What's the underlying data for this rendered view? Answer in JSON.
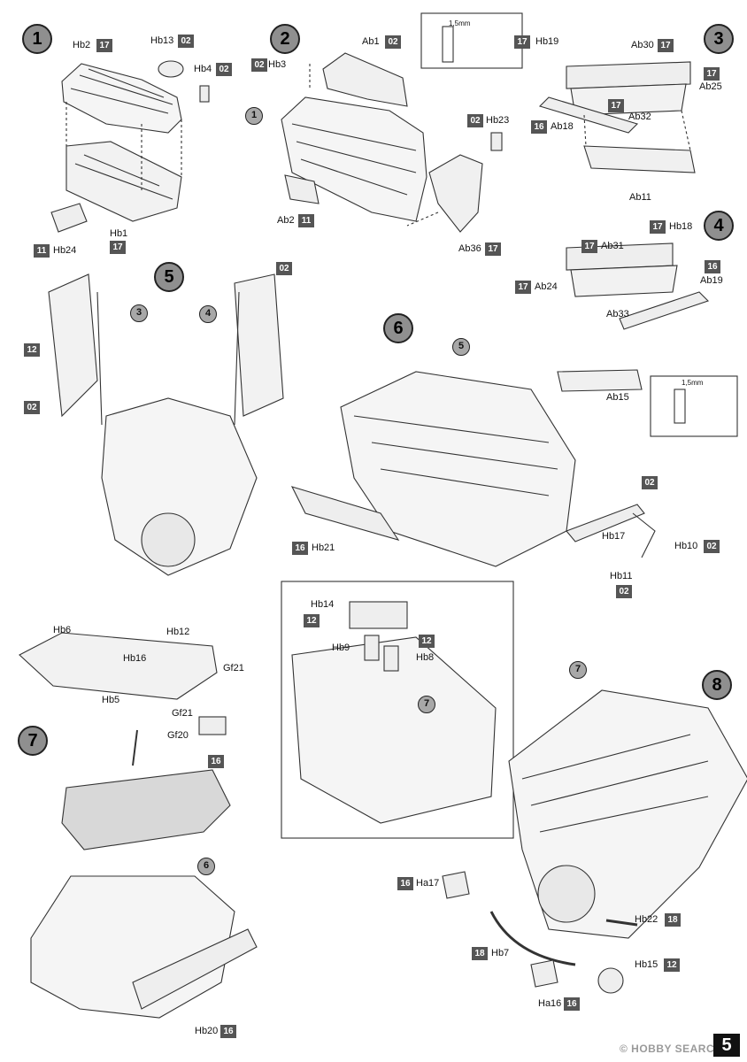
{
  "page_number": "5",
  "watermark": "© HOBBY SEARCH",
  "steps": [
    "1",
    "2",
    "3",
    "4",
    "5",
    "6",
    "7",
    "8"
  ],
  "sub_refs": [
    "1",
    "3",
    "4",
    "5",
    "6",
    "7",
    "7"
  ],
  "measure_label": "1,5mm",
  "part_labels": [
    "Hb2",
    "Hb13",
    "Hb4",
    "Hb1",
    "Hb24",
    "Hb3",
    "Ab1",
    "Hb23",
    "Ab2",
    "Ab36",
    "Hb19",
    "Ab30",
    "Ab25",
    "Ab32",
    "Ab18",
    "Ab11",
    "Hb18",
    "Ab31",
    "Ab24",
    "Ab19",
    "Ab33",
    "Ab15",
    "Hb17",
    "Hb10",
    "Hb11",
    "Hb21",
    "Hb14",
    "Hb9",
    "Hb8",
    "Hb6",
    "Hb12",
    "Hb16",
    "Hb5",
    "Gf21",
    "Gf21",
    "Gf20",
    "Ha17",
    "Hb22",
    "Hb7",
    "Hb15",
    "Ha16",
    "Hb20"
  ],
  "sprue_numbers": [
    "17",
    "02",
    "02",
    "17",
    "11",
    "02",
    "02",
    "11",
    "02",
    "17",
    "17",
    "17",
    "17",
    "16",
    "17",
    "17",
    "16",
    "17",
    "17",
    "02",
    "12",
    "02",
    "02",
    "02",
    "02",
    "16",
    "12",
    "12",
    "16",
    "16",
    "18",
    "18",
    "12",
    "16",
    "16"
  ]
}
